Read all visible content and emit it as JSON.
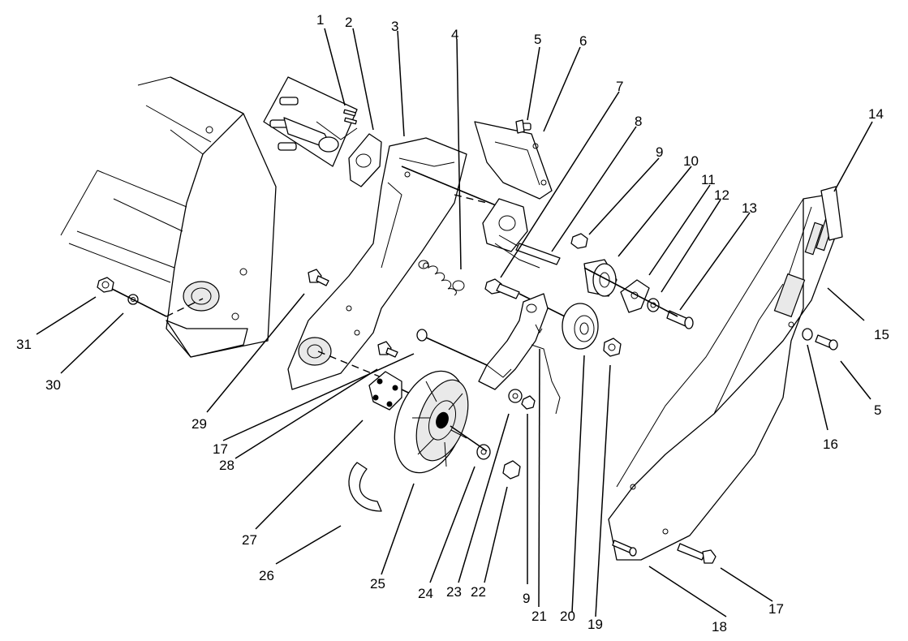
{
  "callouts": {
    "c1": "1",
    "c2": "2",
    "c3": "3",
    "c4": "4",
    "c5a": "5",
    "c5b": "5",
    "c6": "6",
    "c7": "7",
    "c8": "8",
    "c9a": "9",
    "c9b": "9",
    "c10": "10",
    "c11": "11",
    "c12": "12",
    "c13": "13",
    "c14": "14",
    "c15": "15",
    "c16": "16",
    "c17a": "17",
    "c17b": "17",
    "c18": "18",
    "c19": "19",
    "c20": "20",
    "c21": "21",
    "c22": "22",
    "c23": "23",
    "c24": "24",
    "c25": "25",
    "c26": "26",
    "c27": "27",
    "c28": "28",
    "c29": "29",
    "c30": "30",
    "c31": "31"
  }
}
